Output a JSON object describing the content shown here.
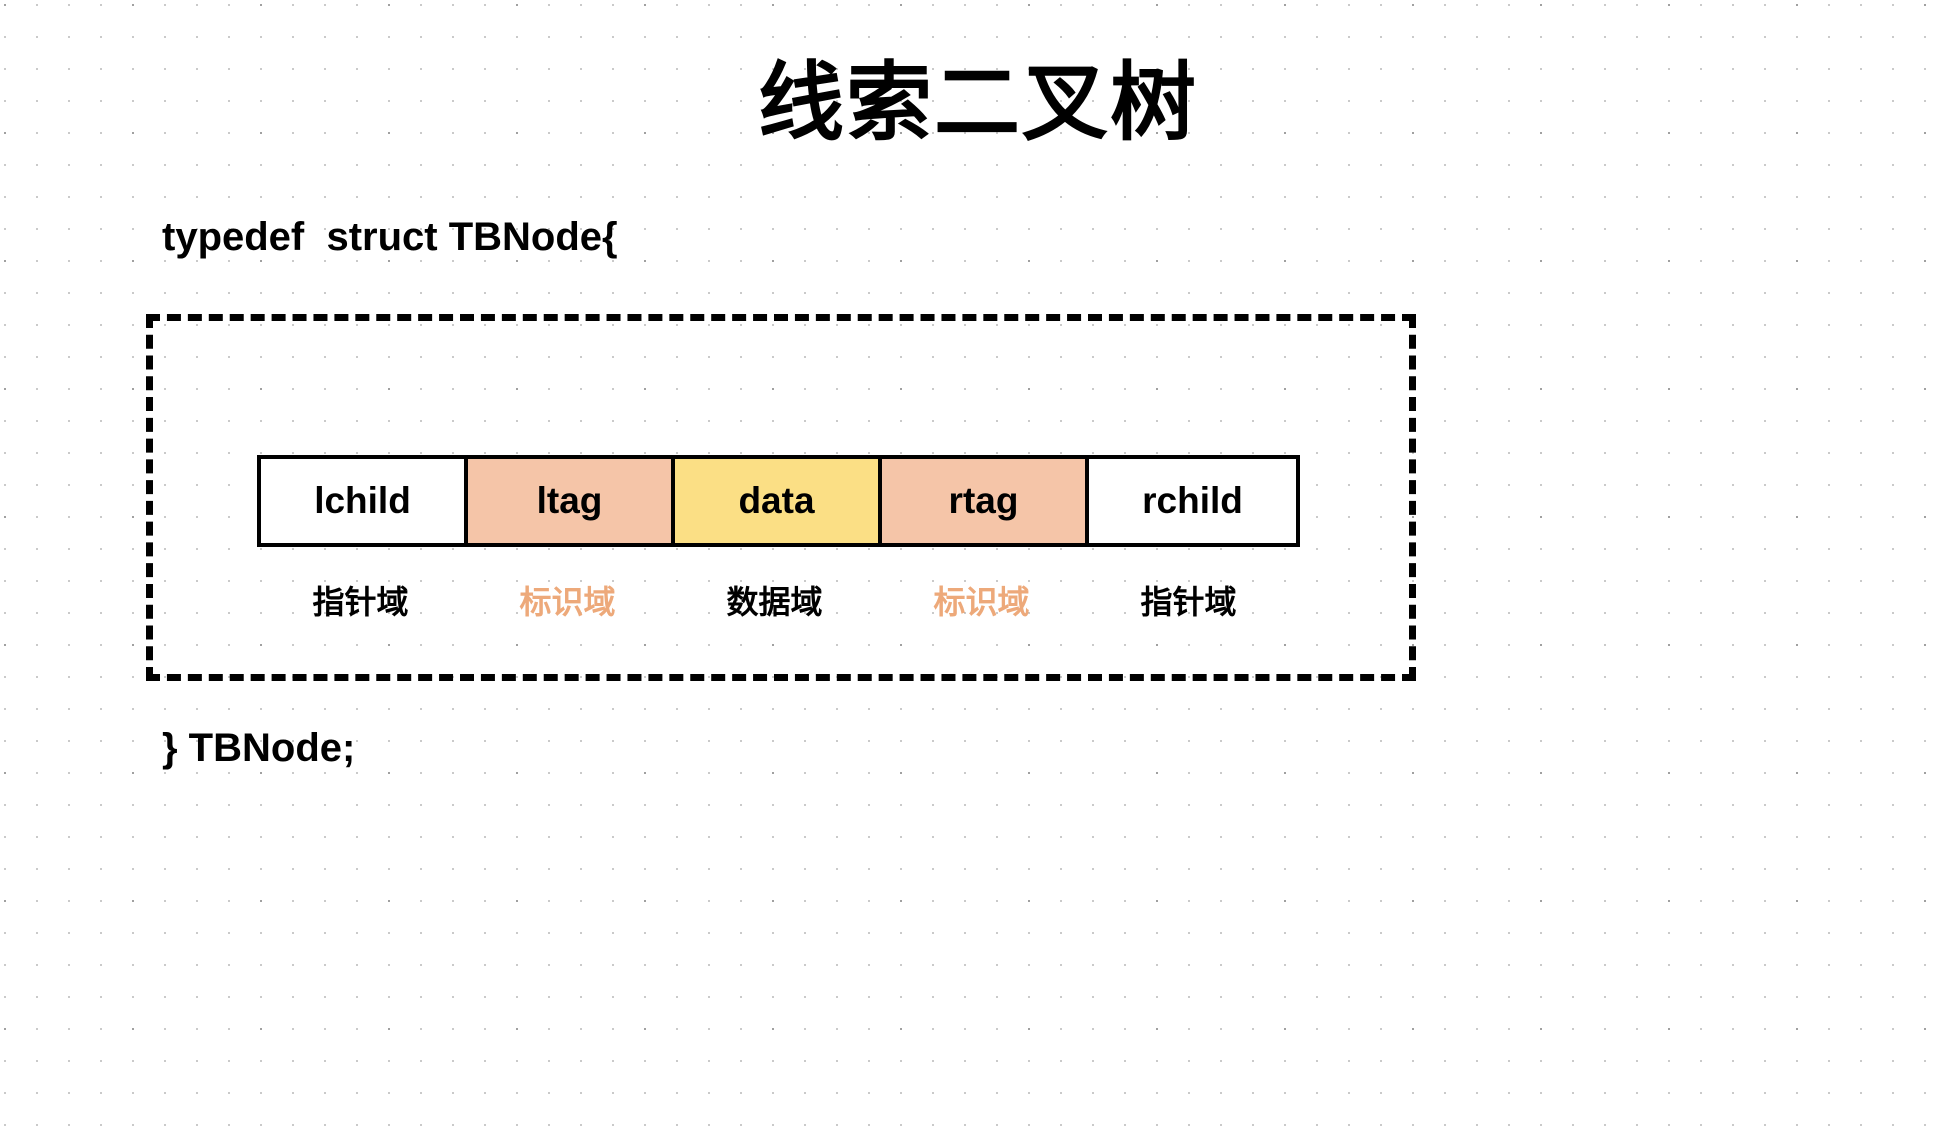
{
  "title": "线索二叉树",
  "code": {
    "typedef_line": "typedef  struct TBNode{",
    "closing_line": "} TBNode;"
  },
  "colors": {
    "tag_fill": "#F5C5A8",
    "data_fill": "#FBDF85",
    "pointer_fill": "#FFFFFF",
    "tag_label_text": "#EDA97A",
    "default_text": "#000000",
    "border": "#000000"
  },
  "node_struct": {
    "fields": [
      {
        "name": "lchild",
        "fill": "#FFFFFF",
        "legend": "指针域",
        "legend_color": "#000000"
      },
      {
        "name": "ltag",
        "fill": "#F5C5A8",
        "legend": "标识域",
        "legend_color": "#EDA97A"
      },
      {
        "name": "data",
        "fill": "#FBDF85",
        "legend": "数据域",
        "legend_color": "#000000"
      },
      {
        "name": "rtag",
        "fill": "#F5C5A8",
        "legend": "标识域",
        "legend_color": "#EDA97A"
      },
      {
        "name": "rchild",
        "fill": "#FFFFFF",
        "legend": "指针域",
        "legend_color": "#000000"
      }
    ]
  }
}
